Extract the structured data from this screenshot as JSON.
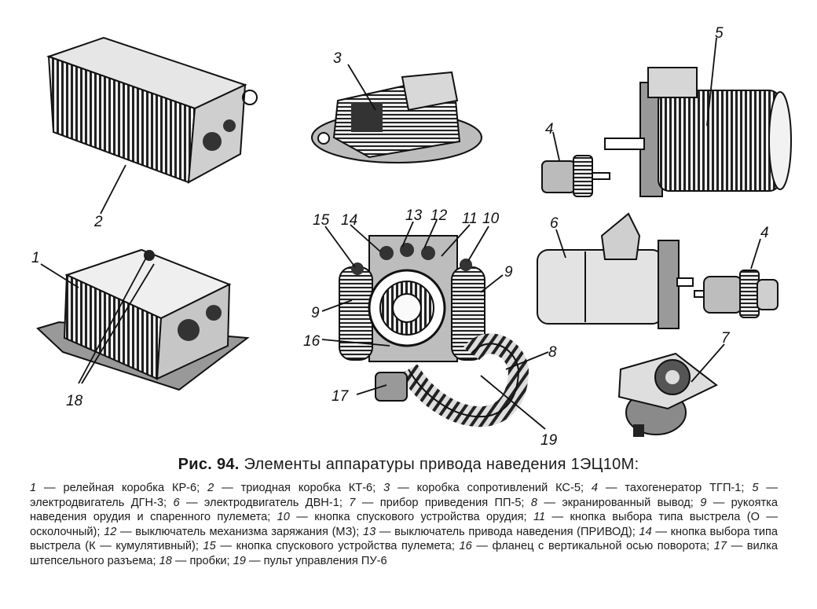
{
  "figure": {
    "callouts": [
      {
        "id": "c2",
        "text": "2"
      },
      {
        "id": "c3",
        "text": "3"
      },
      {
        "id": "c5",
        "text": "5"
      },
      {
        "id": "c4a",
        "text": "4"
      },
      {
        "id": "c4b",
        "text": "4"
      },
      {
        "id": "c6",
        "text": "6"
      },
      {
        "id": "c7",
        "text": "7"
      },
      {
        "id": "c1",
        "text": "1"
      },
      {
        "id": "c18",
        "text": "18"
      },
      {
        "id": "c15",
        "text": "15"
      },
      {
        "id": "c14",
        "text": "14"
      },
      {
        "id": "c13",
        "text": "13"
      },
      {
        "id": "c12",
        "text": "12"
      },
      {
        "id": "c11",
        "text": "11"
      },
      {
        "id": "c10",
        "text": "10"
      },
      {
        "id": "c9a",
        "text": "9"
      },
      {
        "id": "c9b",
        "text": "9"
      },
      {
        "id": "c16",
        "text": "16"
      },
      {
        "id": "c8",
        "text": "8"
      },
      {
        "id": "c17",
        "text": "17"
      },
      {
        "id": "c19",
        "text": "19"
      }
    ]
  },
  "caption": {
    "label": "Рис. 94.",
    "title": "Элементы аппаратуры привода наведения 1ЭЦ10М:"
  },
  "legend": [
    {
      "n": "1",
      "text": "релейная коробка КР-6;"
    },
    {
      "n": "2",
      "text": "триодная коробка КТ-6;"
    },
    {
      "n": "3",
      "text": "коробка сопротивлений КС-5;"
    },
    {
      "n": "4",
      "text": "тахогенератор ТГП-1;"
    },
    {
      "n": "5",
      "text": "электродвигатель ДГН-3;"
    },
    {
      "n": "6",
      "text": "электродвигатель ДВН-1;"
    },
    {
      "n": "7",
      "text": "прибор приведения ПП-5;"
    },
    {
      "n": "8",
      "text": "экранированный вывод;"
    },
    {
      "n": "9",
      "text": "рукоятка наведения орудия и спаренного пулемета;"
    },
    {
      "n": "10",
      "text": "кнопка спускового устройства орудия;"
    },
    {
      "n": "11",
      "text": "кнопка выбора типа выстрела (О — осколочный);"
    },
    {
      "n": "12",
      "text": "выключатель механизма заряжания (МЗ);"
    },
    {
      "n": "13",
      "text": "выключатель привода наведения (ПРИВОД);"
    },
    {
      "n": "14",
      "text": "кнопка выбора типа выстрела (К — кумулятивный);"
    },
    {
      "n": "15",
      "text": "кнопка спускового устройства пулемета;"
    },
    {
      "n": "16",
      "text": "фланец с вертикальной осью поворота;"
    },
    {
      "n": "17",
      "text": "вилка штепсельного разъема;"
    },
    {
      "n": "18",
      "text": "пробки;"
    },
    {
      "n": "19",
      "text": "пульт управления ПУ-6"
    }
  ],
  "dash": "—"
}
